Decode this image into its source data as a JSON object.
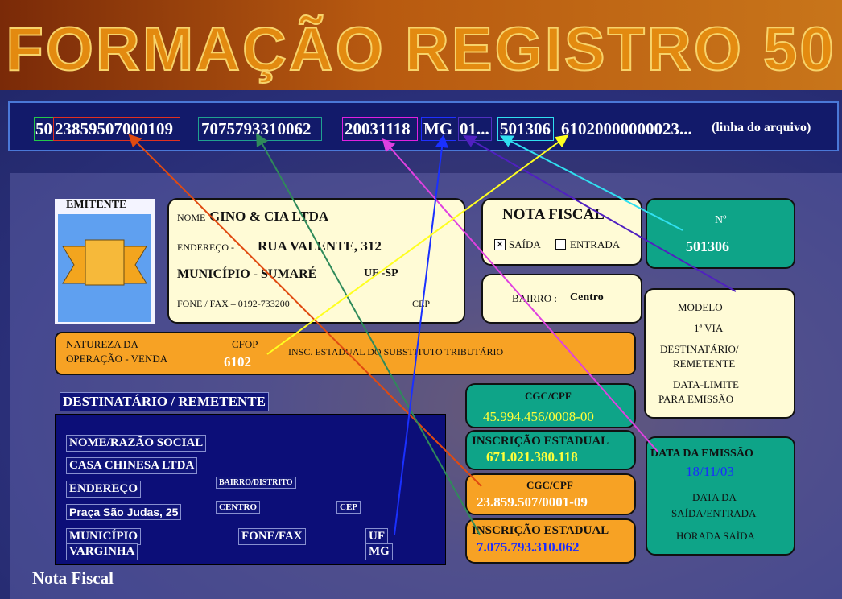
{
  "title": "FORMAÇÃO REGISTRO 50",
  "file_line": {
    "f1": "50",
    "f2": "23859507000109",
    "f3": "7075793310062",
    "f4": "20031118",
    "f5": "MG",
    "f6": "01...",
    "f7": "501306",
    "f8": "61020000000023...",
    "note": "(linha do arquivo)"
  },
  "emitente": {
    "label": "EMITENTE",
    "nome_label": "NOME",
    "nome": "GINO & CIA LTDA",
    "endereco_label": "ENDEREÇO -",
    "endereco": "RUA VALENTE, 312",
    "municipio": "MUNICÍPIO - SUMARÉ",
    "uf": "UF -SP",
    "fone": "FONE / FAX – 0192-733200",
    "cep": "CEP"
  },
  "nota_fiscal": {
    "title": "NOTA FISCAL",
    "saida": "SAÍDA",
    "entrada": "ENTRADA"
  },
  "bairro": {
    "label": "BAIRRO :",
    "value": "Centro"
  },
  "numero": {
    "label": "Nº",
    "value": "501306"
  },
  "modelo": {
    "l1": "MODELO",
    "l2": "1ª VIA",
    "l3": "DESTINATÁRIO/",
    "l4": "REMETENTE",
    "l5": "DATA-LIMITE",
    "l6": "PARA EMISSÃO"
  },
  "natureza": {
    "l1": "NATUREZA DA",
    "l2": "OPERAÇÃO - VENDA",
    "cfop_label": "CFOP",
    "cfop": "6102",
    "insc": "INSC. ESTADUAL DO SUBSTITUTO TRIBUTÁRIO"
  },
  "destinatario": {
    "header": "DESTINATÁRIO / REMETENTE",
    "nome_label": "NOME/RAZÃO SOCIAL",
    "nome": "CASA CHINESA LTDA",
    "endereco_label": "ENDEREÇO",
    "bairro_label": "BAIRRO/DISTRITO",
    "endereco": "Praça São Judas, 25",
    "bairro": "CENTRO",
    "cep": "CEP",
    "municipio_label": "MUNICÍPIO",
    "municipio": "VARGINHA",
    "fone": "FONE/FAX",
    "uf_label": "UF",
    "uf": "MG"
  },
  "emit_cgc": {
    "label": "CGC/CPF",
    "value": "45.994.456/0008-00"
  },
  "emit_ie": {
    "label": "INSCRIÇÃO ESTADUAL",
    "value": "671.021.380.118"
  },
  "dest_cgc": {
    "label": "CGC/CPF",
    "value": "23.859.507/0001-09"
  },
  "dest_ie": {
    "label": "INSCRIÇÃO ESTADUAL",
    "value": "7.075.793.310.062"
  },
  "datas": {
    "emissao_label": "DATA DA EMISSÃO",
    "emissao": "18/11/03",
    "saida_l1": "DATA DA",
    "saida_l2": "SAÍDA/ENTRADA",
    "hora": "HORADA SAÍDA"
  },
  "footer": "Nota Fiscal",
  "colors": {
    "title": "#e38a10",
    "cream": "#fffbd6",
    "teal": "#0ea488",
    "orange": "#f7a224",
    "navy": "#10147a"
  }
}
